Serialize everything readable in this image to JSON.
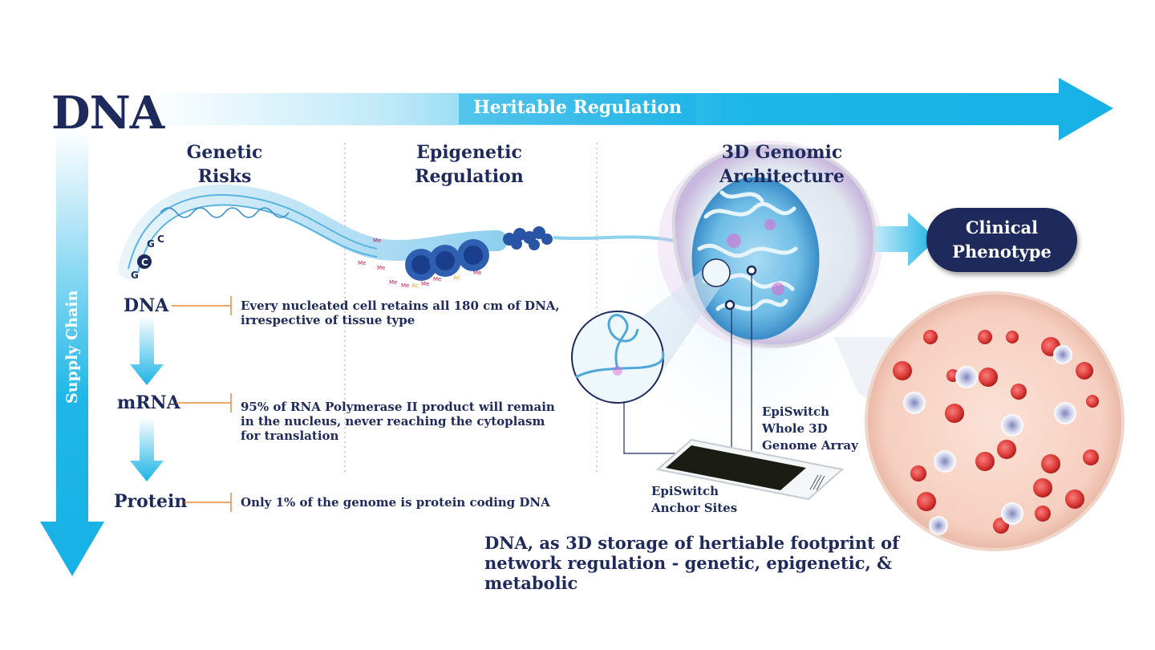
{
  "title": "DNA",
  "heritable_label": "Heritable Regulation",
  "supply_chain_label": "Supply Chain",
  "columns": [
    {
      "label": "Genetic\nRisks"
    },
    {
      "label": "Epigenetic\nRegulation"
    },
    {
      "label": "3D Genomic Architecture"
    }
  ],
  "col_genetic_l1": "Genetic",
  "col_genetic_l2": "Risks",
  "col_epi_l1": "Epigenetic",
  "col_epi_l2": "Regulation",
  "col_3d": "3D Genomic Architecture",
  "clinical_l1": "Clinical",
  "clinical_l2": "Phenotype",
  "flow": [
    {
      "node": "DNA",
      "lines": [
        "Every nucleated cell retains all 180 cm of DNA,",
        "irrespective of tissue type"
      ]
    },
    {
      "node": "mRNA",
      "lines": [
        "95% of RNA Polymerase II product will remain",
        "in the nucleus, never reaching the cytoplasm",
        "for translation"
      ]
    },
    {
      "node": "Protein",
      "lines": [
        "Only 1% of the genome is protein coding DNA"
      ]
    }
  ],
  "nucleotides": [
    "G",
    "C",
    "C",
    "G"
  ],
  "marks": {
    "me": "Me",
    "ac": "Ac"
  },
  "array_label": [
    "EpiSwitch",
    "Whole 3D",
    "Genome Array"
  ],
  "anchor_label": [
    "EpiSwitch",
    "Anchor Sites"
  ],
  "caption": [
    "DNA, as 3D storage of hertiable footprint of",
    "network regulation - genetic, epigenetic, & metabolic"
  ],
  "colors": {
    "navy": "#1f2a5c",
    "cyan": "#1bb3e6",
    "orange": "#e8893a"
  }
}
